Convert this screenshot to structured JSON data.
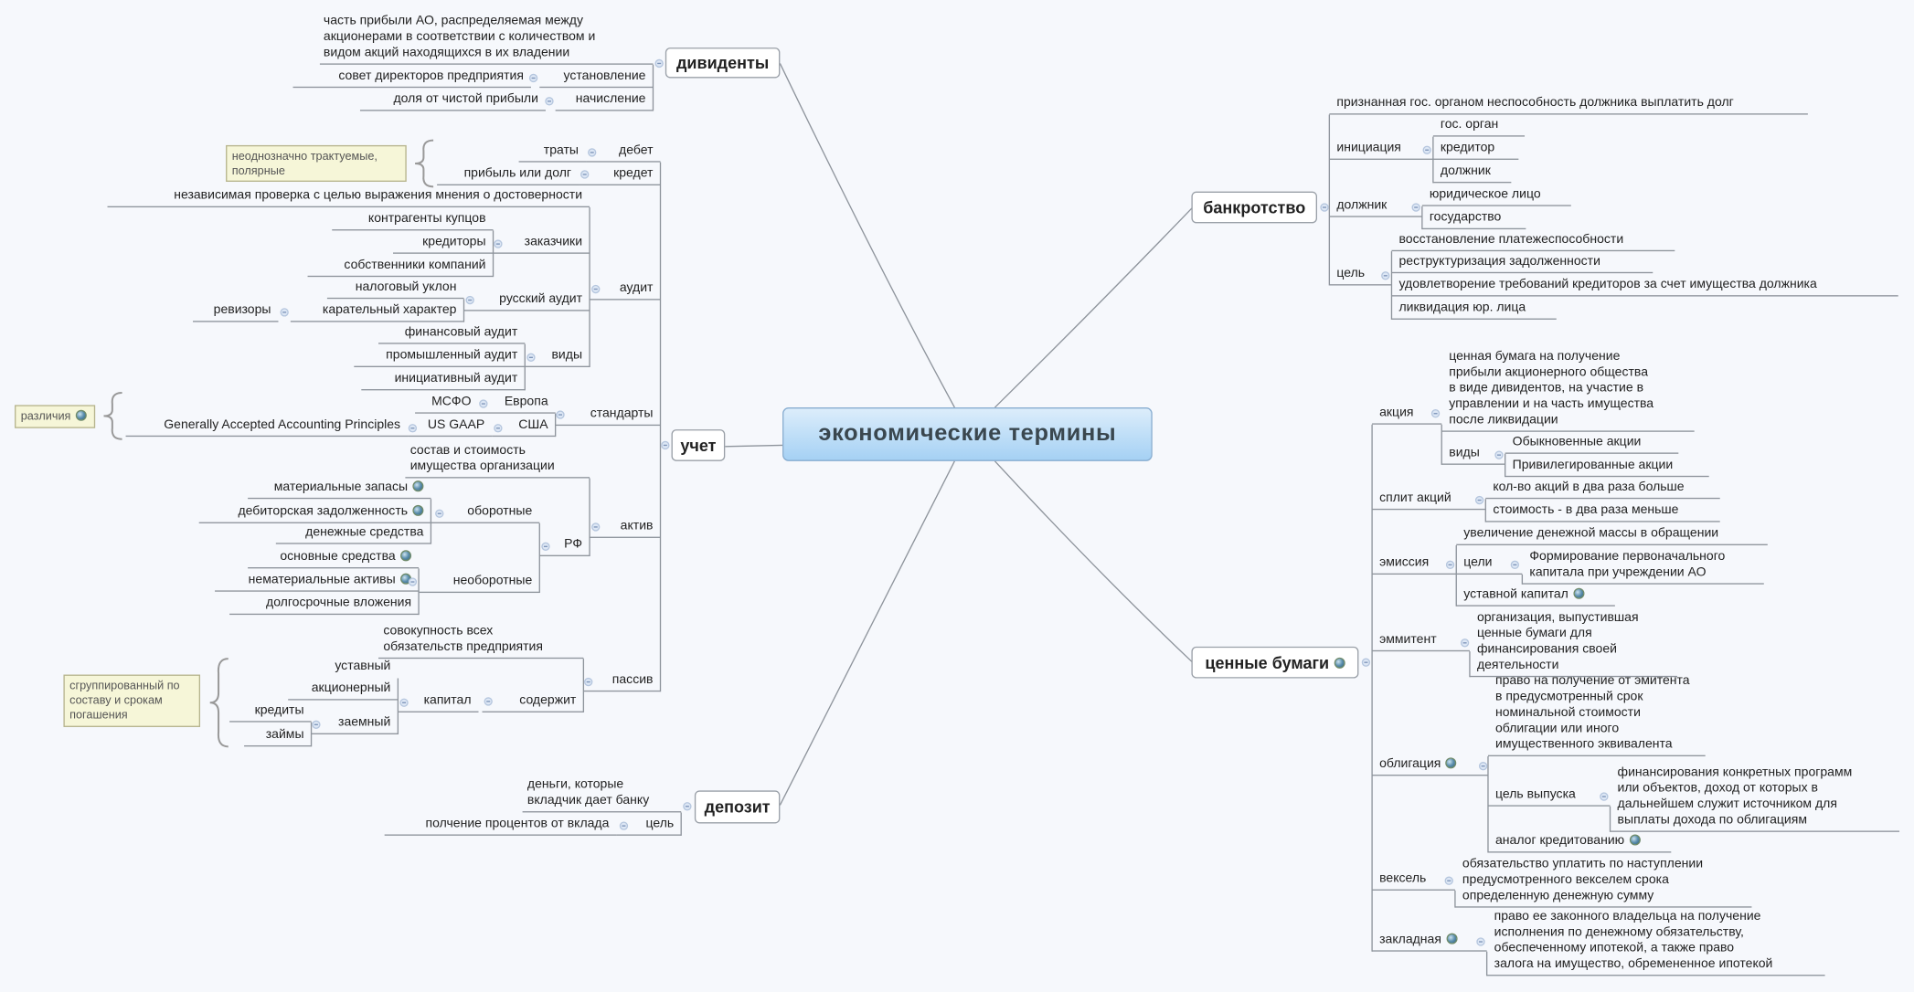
{
  "root": "экономические термины",
  "dividends": {
    "label": "дивиденты",
    "definition": "часть прибыли АО, распределяемая между\nакционерами в соответствии с количеством и\nвидом акций находящихся в их владении",
    "establishment": "установление",
    "establishment_by": "совет директоров предприятия",
    "accrual": "начисление",
    "accrual_from": "доля от чистой прибыли"
  },
  "accounting": {
    "label": "учет",
    "debit": "дебет",
    "debit_child": "траты",
    "credit": "кредет",
    "credit_child": "прибыль или долг",
    "note_polar": "неоднозначно трактуемые,\nполярные",
    "audit": {
      "label": "аудит",
      "definition": "независимая проверка с целью выражения мнения о достоверности",
      "customers": "заказчики",
      "customers_items": [
        "контрагенты купцов",
        "кредиторы",
        "собственники компаний"
      ],
      "russian": "русский аудит",
      "russian_items": [
        "налоговый уклон",
        "карательный характер"
      ],
      "auditors": "ревизоры",
      "types": "виды",
      "types_items": [
        "финансовый аудит",
        "промышленный аудит",
        "инициативный аудит"
      ]
    },
    "standards": {
      "label": "стандарты",
      "europe": "Европа",
      "msfo": "МСФО",
      "usa": "США",
      "usgaap": "US GAAP",
      "gaap": "Generally Accepted Accounting Principles",
      "note": "различия"
    },
    "assets": {
      "label": "актив",
      "definition": "состав и стоимость\nимущества организации",
      "rf": "РФ",
      "current": "оборотные",
      "current_items": [
        "материальные запасы",
        "дебиторская задолженность",
        "денежные средства"
      ],
      "noncurrent": "необоротные",
      "noncurrent_items": [
        "основные средства",
        "нематериальные активы",
        "долгосрочные вложения"
      ]
    },
    "liabilities": {
      "label": "пассив",
      "definition": "совокупность всех\nобязательств предприятия",
      "contains": "содержит",
      "capital": "капитал",
      "capital_items": [
        "уставный",
        "акционерный",
        "заемный"
      ],
      "borrowed_items": [
        "кредиты",
        "займы"
      ],
      "note": "сгруппированный по\nсоставу и срокам\nпогашения"
    }
  },
  "deposit": {
    "label": "депозит",
    "definition": "деньги, которые\nвкладчик дает банку",
    "goal": "цель",
    "goal_child": "полчение процентов от вклада"
  },
  "bankruptcy": {
    "label": "банкротство",
    "definition": "признанная гос. органом неспособность должника выплатить долг",
    "initiation": "инициация",
    "initiation_items": [
      "гос. орган",
      "кредитор",
      "должник"
    ],
    "debtor": "должник",
    "debtor_items": [
      "юридическое лицо",
      "государство"
    ],
    "goal": "цель",
    "goal_items": [
      "восстановление платежеспособности",
      "реструктуризация задолженности",
      "удовлетворение требований кредиторов за счет имущества должника",
      "ликвидация юр. лица"
    ]
  },
  "securities": {
    "label": "ценные бумаги",
    "share": "акция",
    "share_def": "ценная бумага на получение\nприбыли акционерного общества\nв виде дивидентов, на участие в\nуправлении и на часть имущества\nпосле ликвидации",
    "share_types": "виды",
    "share_types_items": [
      "Обыкновенные акции",
      "Привилегированные акции"
    ],
    "split": "сплит акций",
    "split_items": [
      "кол-во акций в два раза больше",
      "стоимость - в два раза меньше"
    ],
    "emission": "эмиссия",
    "emission_def": "увеличение денежной массы в обращении",
    "emission_goals": "цели",
    "emission_goals_child": "Формирование первоначального\nкапитала при учреждении АО",
    "emission_capital": "уставной капитал",
    "issuer": "эммитент",
    "issuer_def": "организация, выпустившая\nценные бумаги для\nфинансирования своей\nдеятельности",
    "bond": "облигация",
    "bond_def": "право на получение от эмитента\nв предусмотренный срок\nноминальной стоимости\nоблигации или иного\nимущественного эквивалента",
    "bond_goal": "цель выпуска",
    "bond_goal_child": "финансирования конкретных программ\nили объектов, доход от которых в\nдальнейшем служит источником для\nвыплаты дохода по облигациям",
    "bond_analog": "аналог кредитованию",
    "bill": "вексель",
    "bill_def": "обязательство уплатить по наступлении\nпредусмотренного векселем срока\nопределенную денежную сумму",
    "mortgage": "закладная",
    "mortgage_def": "право ее законного владельца на получение\nисполнения по денежному обязательству,\nобеспеченному ипотекой, а также право\nзалога на имущество, обремененное ипотекой"
  }
}
